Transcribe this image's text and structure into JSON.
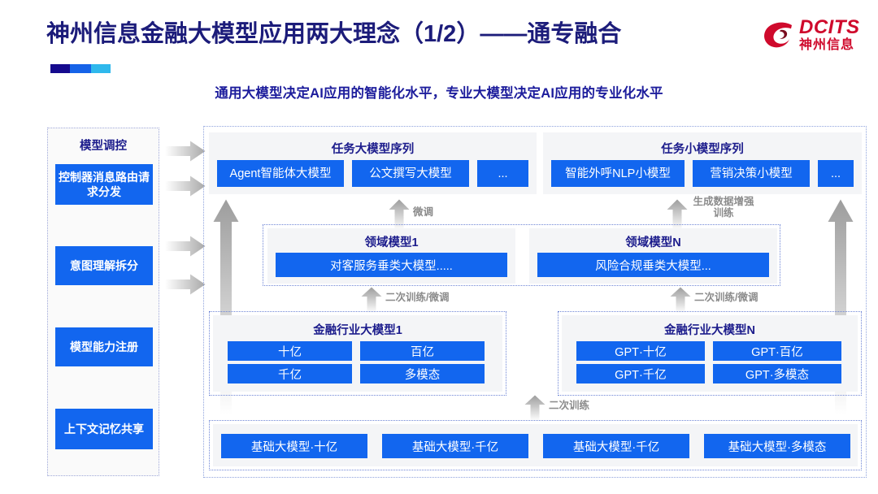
{
  "header": {
    "title": "神州信息金融大模型应用两大理念（1/2）——通专融合",
    "subtitle": "通用大模型决定AI应用的智能化水平，专业大模型决定AI应用的专业化水平",
    "logo": {
      "wordmark": "DCITS",
      "cn_name": "神州信息",
      "brand_color": "#cf0a2c"
    },
    "accent_colors": [
      "#150a8e",
      "#1663e8",
      "#2fb8ec"
    ]
  },
  "control_column": {
    "title": "模型调控",
    "items": [
      {
        "label": "控制器消息路由请求分发"
      },
      {
        "label": "意图理解拆分"
      },
      {
        "label": "模型能力注册"
      },
      {
        "label": "上下文记忆共享"
      }
    ]
  },
  "task_large": {
    "title": "任务大模型序列",
    "items": [
      {
        "label": "Agent智能体大模型"
      },
      {
        "label": "公文撰写大模型"
      },
      {
        "label": "..."
      }
    ]
  },
  "task_small": {
    "title": "任务小模型序列",
    "items": [
      {
        "label": "智能外呼NLP小模型"
      },
      {
        "label": "营销决策小模型"
      },
      {
        "label": "..."
      }
    ]
  },
  "domain_models": [
    {
      "title": "领域模型1",
      "label": "对客服务垂类大模型....."
    },
    {
      "title": "领域模型N",
      "label": "风险合规垂类大模型..."
    }
  ],
  "industry_models": [
    {
      "title": "金融行业大模型1",
      "items": [
        "十亿",
        "百亿",
        "千亿",
        "多模态"
      ]
    },
    {
      "title": "金融行业大模型N",
      "items": [
        "GPT·十亿",
        "GPT·百亿",
        "GPT·千亿",
        "GPT·多模态"
      ]
    }
  ],
  "base_models": [
    {
      "label": "基础大模型·十亿"
    },
    {
      "label": "基础大模型·千亿"
    },
    {
      "label": "基础大模型·千亿"
    },
    {
      "label": "基础大模型·多模态"
    }
  ],
  "flow_labels": {
    "fine_tune": "微调",
    "data_augment": "生成数据增强训练",
    "retrain_finetune_left": "二次训练/微调",
    "retrain_finetune_right": "二次训练/微调",
    "retrain": "二次训练"
  },
  "colors": {
    "box_blue": "#1266ef",
    "title_navy": "#1c1c8c",
    "panel_grey": "#f4f5f7",
    "arrow_grey": "#b8b8b8",
    "dotted_border": "#6f86d6"
  }
}
